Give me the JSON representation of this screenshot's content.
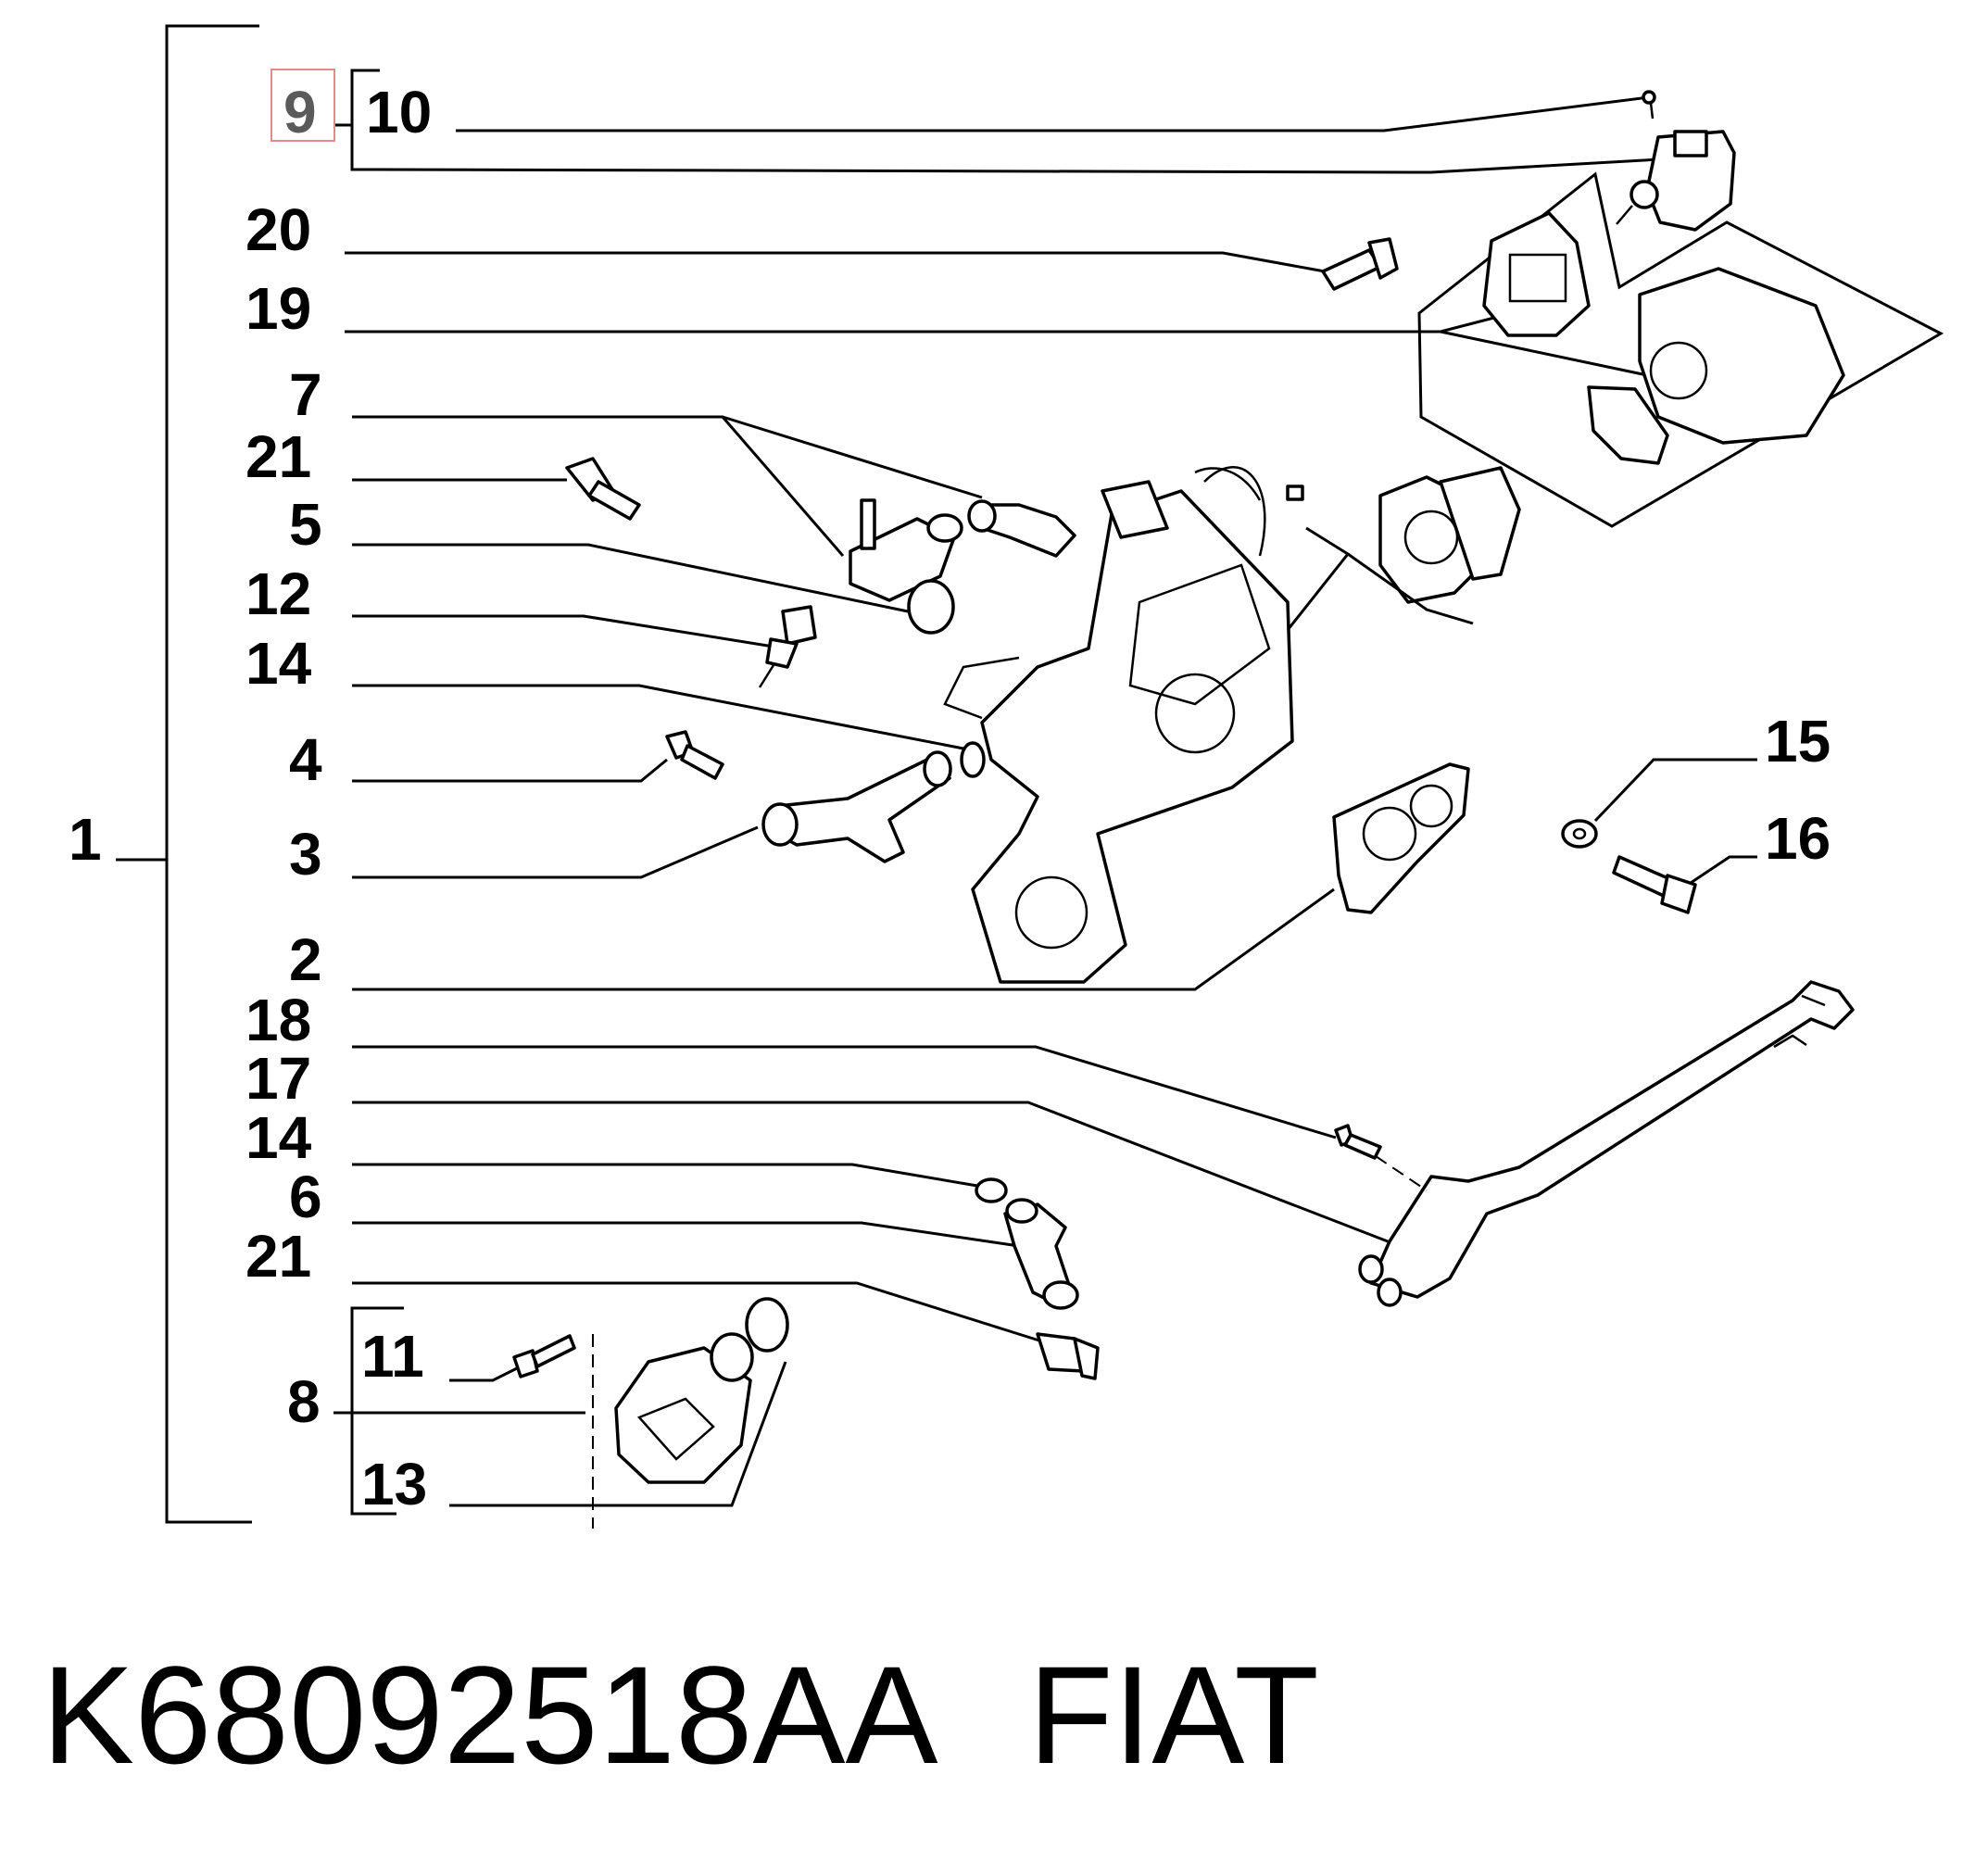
{
  "callouts": {
    "c9": "9",
    "c10": "10",
    "c20": "20",
    "c19": "19",
    "c7": "7",
    "c21a": "21",
    "c5": "5",
    "c12": "12",
    "c14a": "14",
    "c4": "4",
    "c3": "3",
    "c1": "1",
    "c15": "15",
    "c16": "16",
    "c2": "2",
    "c18": "18",
    "c17": "17",
    "c14b": "14",
    "c6": "6",
    "c21b": "21",
    "c11": "11",
    "c8": "8",
    "c13": "13"
  },
  "caption": {
    "part_number": "K68092518AA",
    "brand": "FIAT"
  },
  "colors": {
    "ink": "#000000",
    "highlight_box": "#e58a8a",
    "highlight_text": "#5a5a5a"
  }
}
